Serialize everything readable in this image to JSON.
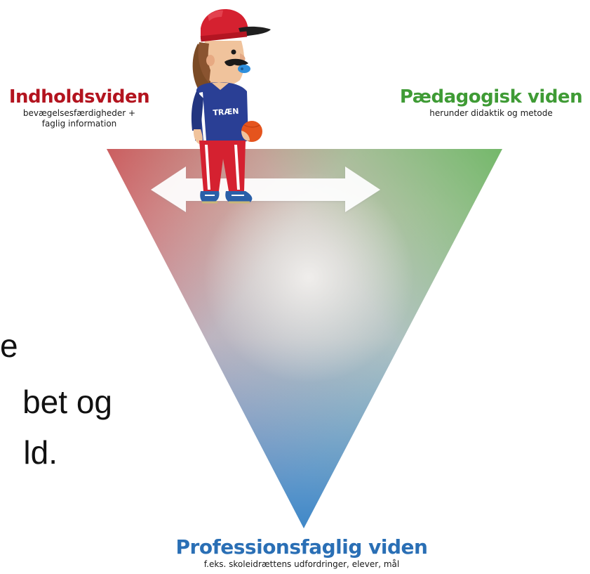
{
  "labels": {
    "content_knowledge": {
      "title": "Indholdsviden",
      "subtitle_line1": "bevægelsesfærdigheder +",
      "subtitle_line2": "faglig information"
    },
    "pedagogical_knowledge": {
      "title": "Pædagogisk viden",
      "subtitle": "herunder didaktik og metode"
    },
    "professional_knowledge": {
      "title": "Professionsfaglig viden",
      "subtitle": "f.eks. skoleidrættens udfordringer, elever, mål"
    }
  },
  "coach_shirt_text": "TRÆN",
  "slide_fragments": {
    "line1": "e",
    "line2": "bet og",
    "line3": "ld."
  },
  "colors": {
    "content": "#b3141f",
    "pedagogic": "#3f9b35",
    "professional": "#2a6fb5",
    "corner_red": "#cf5a5f",
    "corner_green": "#74b86a",
    "corner_blue": "#3f88c8"
  }
}
